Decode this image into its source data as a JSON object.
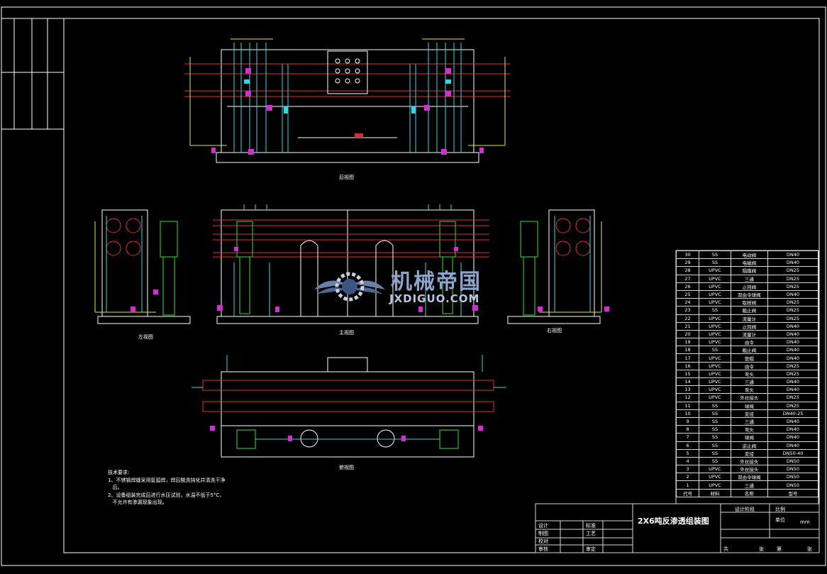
{
  "drawing": {
    "title": "2X6吨反渗透组装图",
    "views": {
      "rear": "后视图",
      "left": "左视图",
      "main": "主视图",
      "right": "右视图",
      "top": "俯视图"
    },
    "notes_title": "技术要求:",
    "notes": [
      "1、不锈钢焊缝采用氩弧焊，焊后酸洗钝化并清洗干净",
      "   后。",
      "2、设备组装完成后进行水压试验，水温不低于5°C，",
      "   不允许有渗漏现象出现。"
    ]
  },
  "watermark": {
    "text": "机械帝国",
    "url": "JXDIGUO.COM"
  },
  "bom": {
    "header": {
      "no": "代号",
      "material": "材料",
      "name": "名称",
      "spec": "型号"
    },
    "rows": [
      {
        "no": "30",
        "material": "SS",
        "name": "电动阀",
        "spec": "DN40"
      },
      {
        "no": "29",
        "material": "SS",
        "name": "电磁阀",
        "spec": "DN40"
      },
      {
        "no": "28",
        "material": "UPVC",
        "name": "隔膜阀",
        "spec": "DN25"
      },
      {
        "no": "27",
        "material": "UPVC",
        "name": "三通",
        "spec": "DN25"
      },
      {
        "no": "26",
        "material": "UPVC",
        "name": "止回阀",
        "spec": "DN25"
      },
      {
        "no": "25",
        "material": "UPVC",
        "name": "双由令球阀",
        "spec": "DN40"
      },
      {
        "no": "24",
        "material": "UPVC",
        "name": "取样阀",
        "spec": "DN25"
      },
      {
        "no": "23",
        "material": "SS",
        "name": "截止阀",
        "spec": "DN25"
      },
      {
        "no": "22",
        "material": "UPVC",
        "name": "流量计",
        "spec": "DN25"
      },
      {
        "no": "21",
        "material": "UPVC",
        "name": "止回阀",
        "spec": "DN40"
      },
      {
        "no": "20",
        "material": "UPVC",
        "name": "流量计",
        "spec": "DN40"
      },
      {
        "no": "19",
        "material": "UPVC",
        "name": "由令",
        "spec": "DN40"
      },
      {
        "no": "18",
        "material": "SS",
        "name": "截止阀",
        "spec": "DN40"
      },
      {
        "no": "17",
        "material": "UPVC",
        "name": "管帽",
        "spec": "DN40"
      },
      {
        "no": "16",
        "material": "UPVC",
        "name": "由令",
        "spec": "DN25"
      },
      {
        "no": "15",
        "material": "UPVC",
        "name": "弯头",
        "spec": "DN25"
      },
      {
        "no": "14",
        "material": "UPVC",
        "name": "三通",
        "spec": "DN40"
      },
      {
        "no": "13",
        "material": "UPVC",
        "name": "弯头",
        "spec": "DN40"
      },
      {
        "no": "12",
        "material": "UPVC",
        "name": "外丝接头",
        "spec": "DN25"
      },
      {
        "no": "11",
        "material": "SS",
        "name": "球阀",
        "spec": "DN25"
      },
      {
        "no": "10",
        "material": "SS",
        "name": "变径",
        "spec": "DN40-25"
      },
      {
        "no": "9",
        "material": "SS",
        "name": "三通",
        "spec": "DN40"
      },
      {
        "no": "8",
        "material": "SS",
        "name": "弯头",
        "spec": "DN40"
      },
      {
        "no": "7",
        "material": "SS",
        "name": "球阀",
        "spec": "DN40"
      },
      {
        "no": "6",
        "material": "SS",
        "name": "逆止阀",
        "spec": "DN40"
      },
      {
        "no": "5",
        "material": "SS",
        "name": "变径",
        "spec": "DN50-40"
      },
      {
        "no": "4",
        "material": "SS",
        "name": "外丝接头",
        "spec": "DN50"
      },
      {
        "no": "3",
        "material": "UPVC",
        "name": "外丝接头",
        "spec": "DN50"
      },
      {
        "no": "2",
        "material": "UPVC",
        "name": "双由令球阀",
        "spec": "DN50"
      },
      {
        "no": "1",
        "material": "UPVC",
        "name": "三通",
        "spec": "DN50"
      }
    ]
  },
  "title_block": {
    "design": "设计",
    "draw": "制图",
    "check": "校对",
    "review": "审核",
    "standard": "标准",
    "process": "工艺",
    "approve": "审定",
    "design_stage": "设计阶段",
    "scale": "比例",
    "unit": "单位",
    "unit_value": "mm",
    "total": "共",
    "sheet": "张",
    "page": "第",
    "sheet2": "张"
  }
}
